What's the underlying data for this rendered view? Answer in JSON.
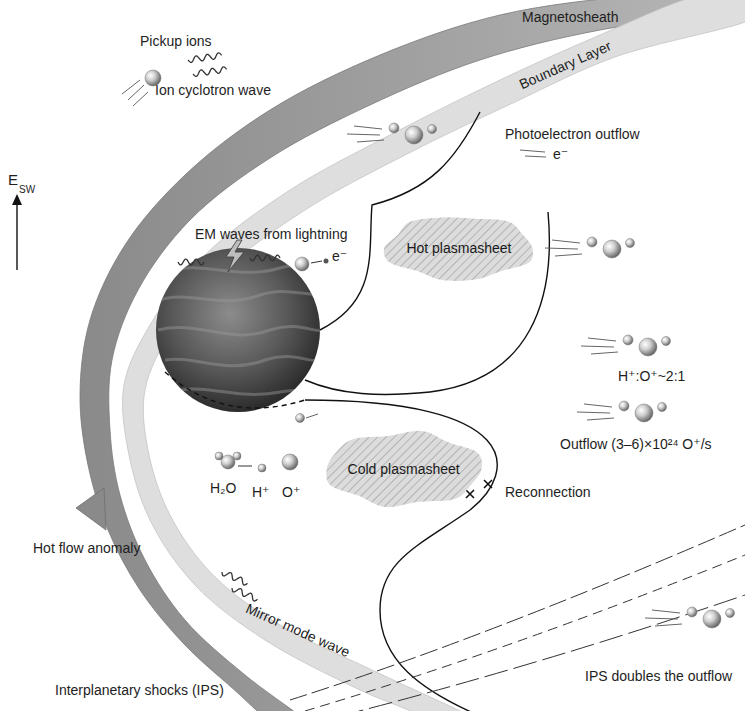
{
  "diagram": {
    "nodes": [
      {
        "text": [
          "Hot plasmasheet"
        ]
      },
      {
        "text": [
          "Cold plasmasheet"
        ]
      }
    ],
    "labels": [
      "Magnetosheath",
      "Boundary Layer",
      "Pickup ions",
      "Ion cyclotron wave",
      "Photoelectron outflow",
      "e⁻",
      "E",
      "SW",
      "EM waves from lightning",
      "e⁻",
      "H⁺:O⁺~2:1",
      "Outflow (3–6)×10²⁴ O⁺/s",
      "Reconnection",
      "H₂O",
      "H⁺",
      "O⁺",
      "Hot flow anomaly",
      "Mirror mode wave",
      "Interplanetary shocks (IPS)",
      "IPS doubles the outflow"
    ]
  }
}
